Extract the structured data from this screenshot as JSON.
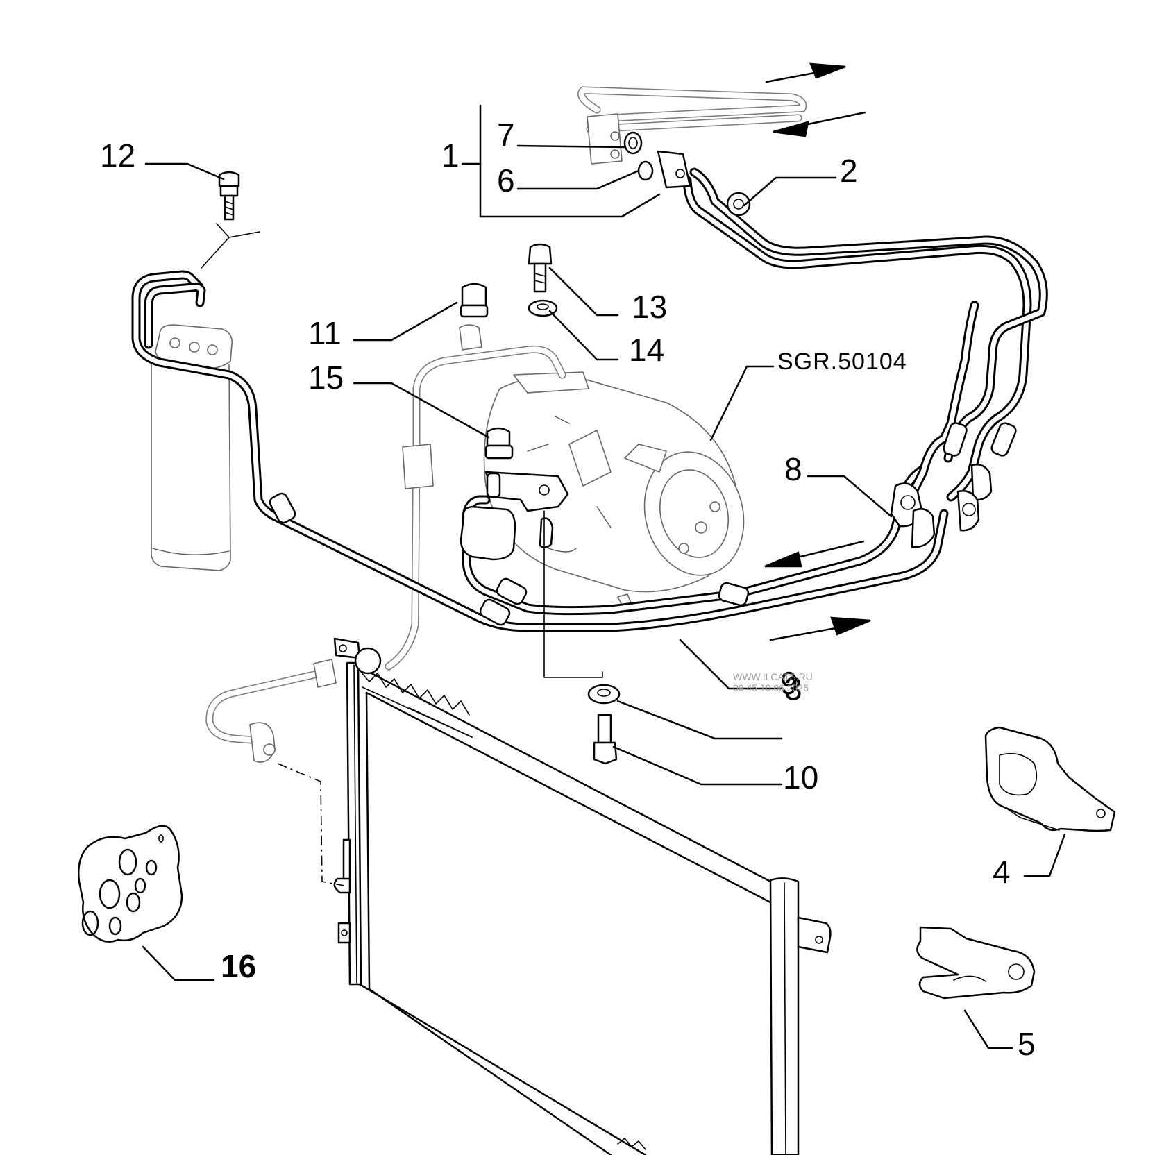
{
  "diagram": {
    "reference_code": "SGR.50104",
    "watermark": {
      "line1": "WWW.ILCATS.RU",
      "line2": "09:45 10.06.2025"
    },
    "callouts": [
      {
        "id": "c1",
        "label": "1"
      },
      {
        "id": "c2",
        "label": "2"
      },
      {
        "id": "c3",
        "label": "3"
      },
      {
        "id": "c4",
        "label": "4"
      },
      {
        "id": "c5",
        "label": "5"
      },
      {
        "id": "c6",
        "label": "6"
      },
      {
        "id": "c7",
        "label": "7"
      },
      {
        "id": "c8",
        "label": "8"
      },
      {
        "id": "c9",
        "label": "9"
      },
      {
        "id": "c10",
        "label": "10"
      },
      {
        "id": "c11",
        "label": "11"
      },
      {
        "id": "c12",
        "label": "12"
      },
      {
        "id": "c13",
        "label": "13"
      },
      {
        "id": "c14",
        "label": "14"
      },
      {
        "id": "c15",
        "label": "15"
      },
      {
        "id": "c16",
        "label": "16"
      }
    ]
  }
}
